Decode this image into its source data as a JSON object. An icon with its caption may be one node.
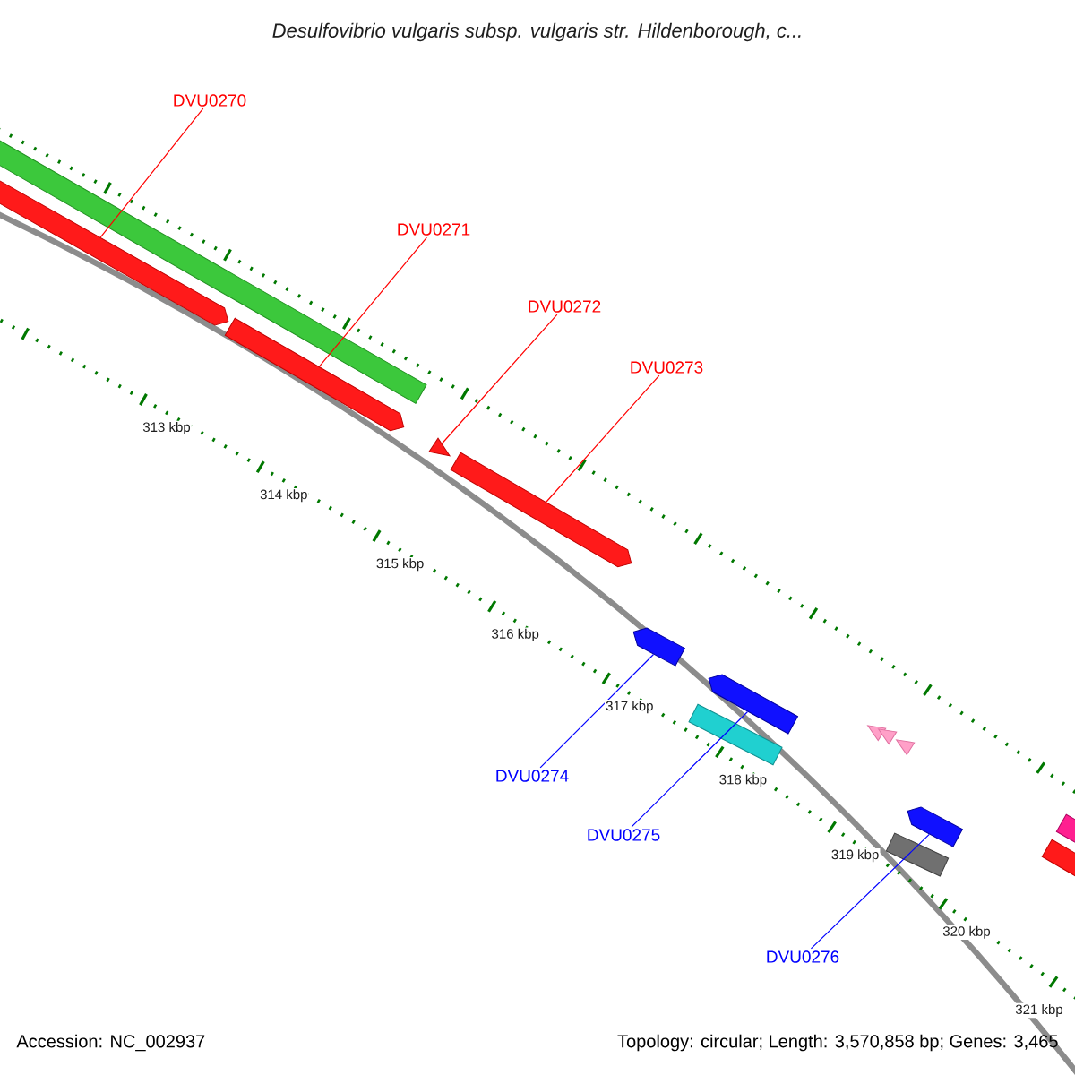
{
  "diagram": {
    "title": "Desulfovibrio vulgaris subsp. vulgaris str. Hildenborough, c...",
    "nodes": [
      {
        "text": [
          "DVU0270"
        ]
      },
      {
        "text": [
          "DVU0271"
        ]
      },
      {
        "text": [
          "DVU0272"
        ]
      },
      {
        "text": [
          "DVU0273"
        ]
      },
      {
        "text": [
          "DVU0274"
        ]
      },
      {
        "text": [
          "DVU0275"
        ]
      },
      {
        "text": [
          "DVU0276"
        ]
      },
      {
        "text": [],
        "shape": "bar"
      },
      {
        "text": [],
        "shape": "bar"
      },
      {
        "text": [],
        "shape": "triangle"
      },
      {
        "text": [],
        "shape": "bar"
      },
      {
        "text": [],
        "shape": "bar"
      },
      {
        "text": [],
        "shape": "bar"
      },
      {
        "text": [],
        "shape": "bar"
      }
    ],
    "edges": [
      {
        "from": 0,
        "to": 7,
        "arrow": "none"
      },
      {
        "from": 1,
        "to": 8,
        "arrow": "none"
      },
      {
        "from": 2,
        "to": 9,
        "arrow": "none"
      },
      {
        "from": 3,
        "to": 10,
        "arrow": "none"
      },
      {
        "from": 4,
        "to": 11,
        "arrow": "none",
        "color": "#0000ff"
      },
      {
        "from": 5,
        "to": 12,
        "arrow": "none",
        "color": "#0000ff"
      },
      {
        "from": 6,
        "to": 13,
        "arrow": "none",
        "color": "#0000ff"
      }
    ],
    "labels": [
      "313 kbp",
      "314 kbp",
      "315 kbp",
      "316 kbp",
      "317 kbp",
      "318 kbp",
      "319 kbp",
      "320 kbp",
      "321 kbp",
      "Accession: NC_002937",
      "Topology: circular; Length: 3,570,858 bp; Genes: 3,465"
    ]
  }
}
